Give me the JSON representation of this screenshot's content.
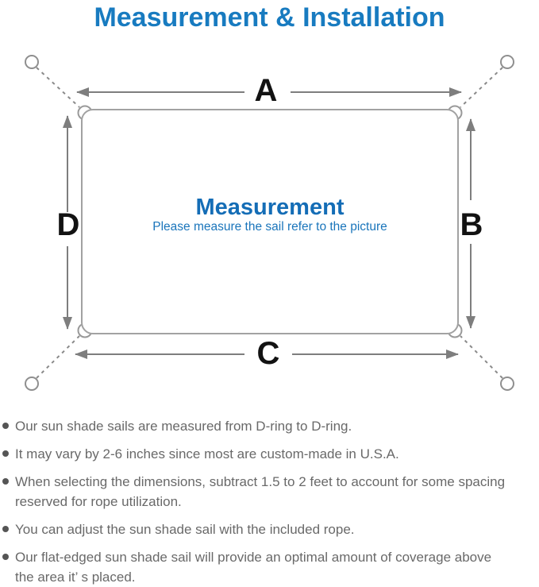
{
  "title": {
    "text": "Measurement & Installation",
    "color": "#187bc0"
  },
  "diagram": {
    "labels": {
      "top": "A",
      "right": "B",
      "bottom": "C",
      "left": "D"
    },
    "center": {
      "heading": "Measurement",
      "subheading": "Please measure the sail refer to the picture"
    },
    "colors": {
      "arrow_line": "#7e7e7e",
      "rope_dash": "#8a8a8a",
      "sail_border": "#a2a2a2",
      "ring": "#8f8f8f",
      "label_text": "#121212",
      "center_text": "#146db6"
    }
  },
  "notes": [
    {
      "lines": [
        "Our sun shade sails are measured from D-ring to D-ring."
      ]
    },
    {
      "lines": [
        "It may vary by 2-6 inches since most are custom-made in U.S.A."
      ]
    },
    {
      "lines": [
        "When selecting the dimensions, subtract 1.5 to 2 feet to account for some spacing",
        "reserved for rope utilization."
      ]
    },
    {
      "lines": [
        "You can adjust the sun shade sail with the included rope."
      ]
    },
    {
      "lines": [
        "Our flat-edged sun shade sail will provide an optimal amount of coverage above",
        "the area it’ s placed."
      ]
    }
  ]
}
